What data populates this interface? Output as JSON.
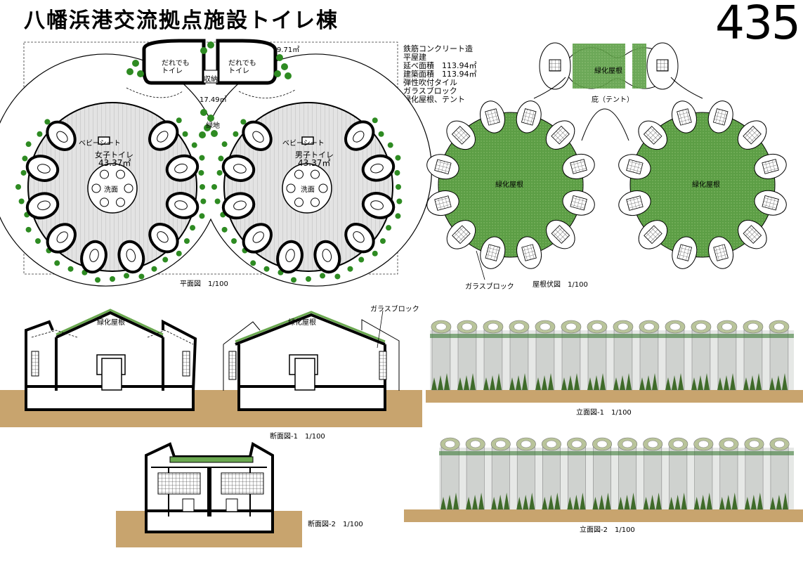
{
  "title": "八幡浜港交流拠点施設トイレ棟",
  "sheet_number": "435",
  "specs": [
    "鉄筋コンクリート造",
    "平屋建",
    "延べ面積　113.94㎡",
    "建築面積　113.94㎡",
    "弾性吹付タイル",
    "ガラスブロック",
    "緑化屋根、テント"
  ],
  "plan": {
    "caption": "平面図　1/100",
    "area_top": "9.71㎡",
    "area_mid": "17.49㎡",
    "storage": "収納",
    "greenery": "緑地",
    "universal_left": "だれでも\nトイレ",
    "universal_right": "だれでも\nトイレ",
    "baby_left": "ベビーシート",
    "baby_right": "ベビーシート",
    "women": "女子トイレ",
    "women_area": "43.37㎡",
    "men": "男子トイレ",
    "men_area": "43.37㎡",
    "sink_left": "洗面",
    "sink_right": "洗面"
  },
  "roof": {
    "caption": "屋根伏図　1/100",
    "green_roof": "緑化屋根",
    "tent": "庇（テント）",
    "glass_block": "ガラスブロック"
  },
  "section1": {
    "caption": "断面図-1　1/100",
    "green_roof": "緑化屋根",
    "glass_block": "ガラスブロック"
  },
  "section2": {
    "caption": "断面図-2　1/100"
  },
  "elevation1": {
    "caption": "立面図-1　1/100"
  },
  "elevation2": {
    "caption": "立面図-2　1/100"
  },
  "colors": {
    "green": "#3a8a2a",
    "roof_green": "#6aa84f",
    "ground": "#c8a46e",
    "floor_gray": "#d9d9d9"
  }
}
